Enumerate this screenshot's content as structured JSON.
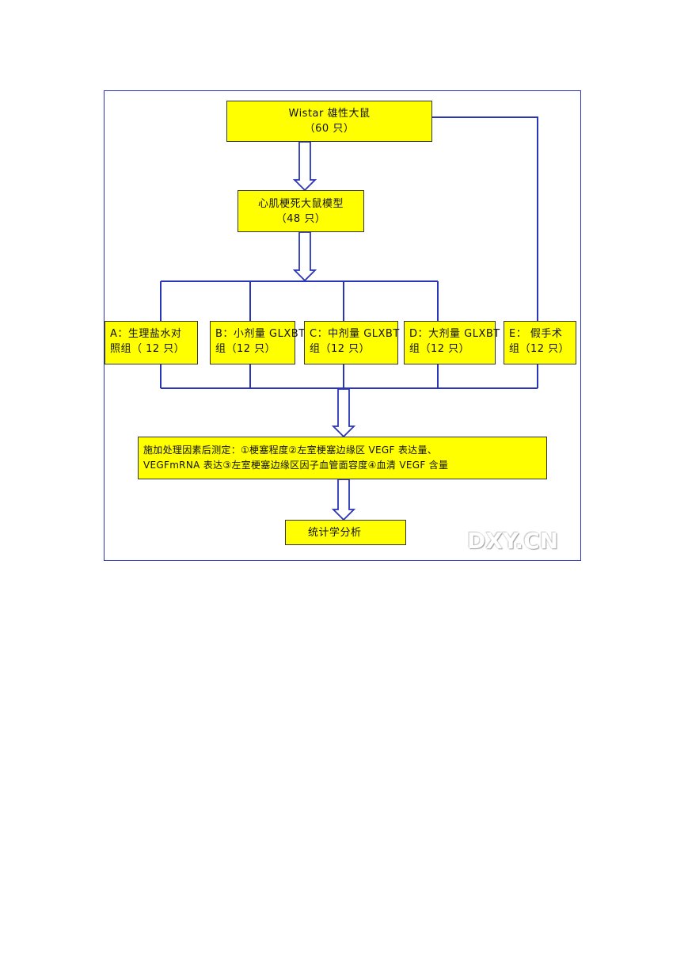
{
  "nodes": {
    "source": {
      "line1": "Wistar 雄性大鼠",
      "line2": "（60 只）"
    },
    "model": {
      "line1": "心肌梗死大鼠模型",
      "line2": "（48 只）"
    },
    "group_a": {
      "line1": "A：生理盐水对",
      "line2": "照组（ 12 只）"
    },
    "group_b": {
      "line1": "B：小剂量 GLXBT",
      "line2": "组（12 只）"
    },
    "group_c": {
      "line1": "C：中剂量 GLXBT",
      "line2": "组（12 只）"
    },
    "group_d": {
      "line1": "D：大剂量 GLXBT",
      "line2": "组（12 只）"
    },
    "group_e": {
      "line1": "E： 假手术",
      "line2": "组（12 只）"
    },
    "treatment": {
      "line1": "施加处理因素后测定：①梗塞程度②左室梗塞边缘区 VEGF 表达量、",
      "line2": "VEGFmRNA 表达③左室梗塞边缘区因子血管面容度④血清 VEGF 含量"
    },
    "analysis": {
      "line1": "统计学分析"
    }
  },
  "watermark": "DXY.CN",
  "colors": {
    "box_fill": "#ffff00",
    "line": "#2a36b8",
    "frame": "#2a36b8"
  }
}
